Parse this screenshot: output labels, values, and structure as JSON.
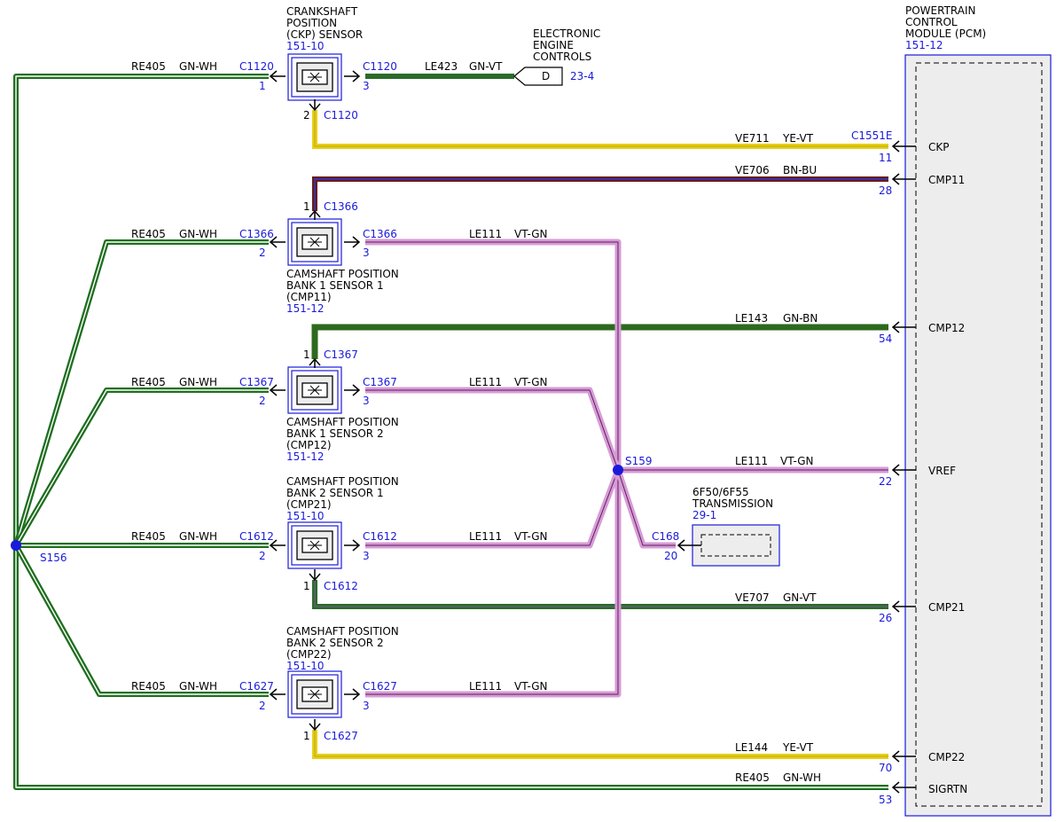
{
  "colors": {
    "gn_wh": "#1f6e1f",
    "gn_vt": "#2b6b2b",
    "gn_bn": "#2d6a1e",
    "ye_vt": "#e6cf1a",
    "bn_bu": "#6a1a1a",
    "vt_gn": "#d79bd6",
    "link": "#1a1adb",
    "module_fill": "#ededed"
  },
  "ckp_sensor": {
    "title_lines": [
      "CRANKSHAFT",
      "POSITION",
      "(CKP) SENSOR"
    ],
    "ref": "151-10",
    "connector": "C1120",
    "pin_left": "1",
    "pin_right": "3",
    "pin_bottom": "2",
    "connector_bottom": "C1120"
  },
  "eec": {
    "title_lines": [
      "ELECTRONIC",
      "ENGINE",
      "CONTROLS"
    ],
    "letter": "D",
    "ref": "23-4"
  },
  "cmp11": {
    "title_lines": [
      "CAMSHAFT POSITION",
      "BANK 1 SENSOR 1",
      "(CMP11)"
    ],
    "ref": "151-12",
    "connector": "C1366",
    "pin_left": "2",
    "pin_right": "3",
    "pin_top": "1",
    "connector_top": "C1366"
  },
  "cmp12": {
    "title_lines": [
      "CAMSHAFT POSITION",
      "BANK 1 SENSOR 2",
      "(CMP12)"
    ],
    "ref": "151-12",
    "connector": "C1367",
    "pin_left": "2",
    "pin_right": "3",
    "pin_top": "1",
    "connector_top": "C1367"
  },
  "cmp21": {
    "title_lines": [
      "CAMSHAFT POSITION",
      "BANK 2 SENSOR 1",
      "(CMP21)"
    ],
    "ref": "151-10",
    "connector": "C1612",
    "pin_left": "2",
    "pin_right": "3",
    "pin_bottom": "1",
    "connector_bottom": "C1612"
  },
  "cmp22": {
    "title_lines": [
      "CAMSHAFT POSITION",
      "BANK 2 SENSOR 2",
      "(CMP22)"
    ],
    "ref": "151-10",
    "connector": "C1627",
    "pin_left": "2",
    "pin_right": "3",
    "pin_bottom": "1",
    "connector_bottom": "C1627"
  },
  "pcm": {
    "title_lines": [
      "POWERTRAIN",
      "CONTROL",
      "MODULE (PCM)"
    ],
    "ref": "151-12",
    "connector": "C1551E",
    "pins": [
      {
        "num": "11",
        "name": "CKP"
      },
      {
        "num": "28",
        "name": "CMP11"
      },
      {
        "num": "54",
        "name": "CMP12"
      },
      {
        "num": "22",
        "name": "VREF"
      },
      {
        "num": "26",
        "name": "CMP21"
      },
      {
        "num": "70",
        "name": "CMP22"
      },
      {
        "num": "53",
        "name": "SIGRTN"
      }
    ]
  },
  "transmission": {
    "title_lines": [
      "6F50/6F55",
      "TRANSMISSION"
    ],
    "ref": "29-1",
    "connector": "C168",
    "pin": "20"
  },
  "splices": {
    "s156": "S156",
    "s159": "S159"
  },
  "wires": {
    "re405": {
      "circuit": "RE405",
      "color": "GN-WH"
    },
    "le423": {
      "circuit": "LE423",
      "color": "GN-VT"
    },
    "ve711": {
      "circuit": "VE711",
      "color": "YE-VT"
    },
    "ve706": {
      "circuit": "VE706",
      "color": "BN-BU"
    },
    "le111": {
      "circuit": "LE111",
      "color": "VT-GN"
    },
    "le143": {
      "circuit": "LE143",
      "color": "GN-BN"
    },
    "ve707": {
      "circuit": "VE707",
      "color": "GN-VT"
    },
    "le144": {
      "circuit": "LE144",
      "color": "YE-VT"
    }
  }
}
